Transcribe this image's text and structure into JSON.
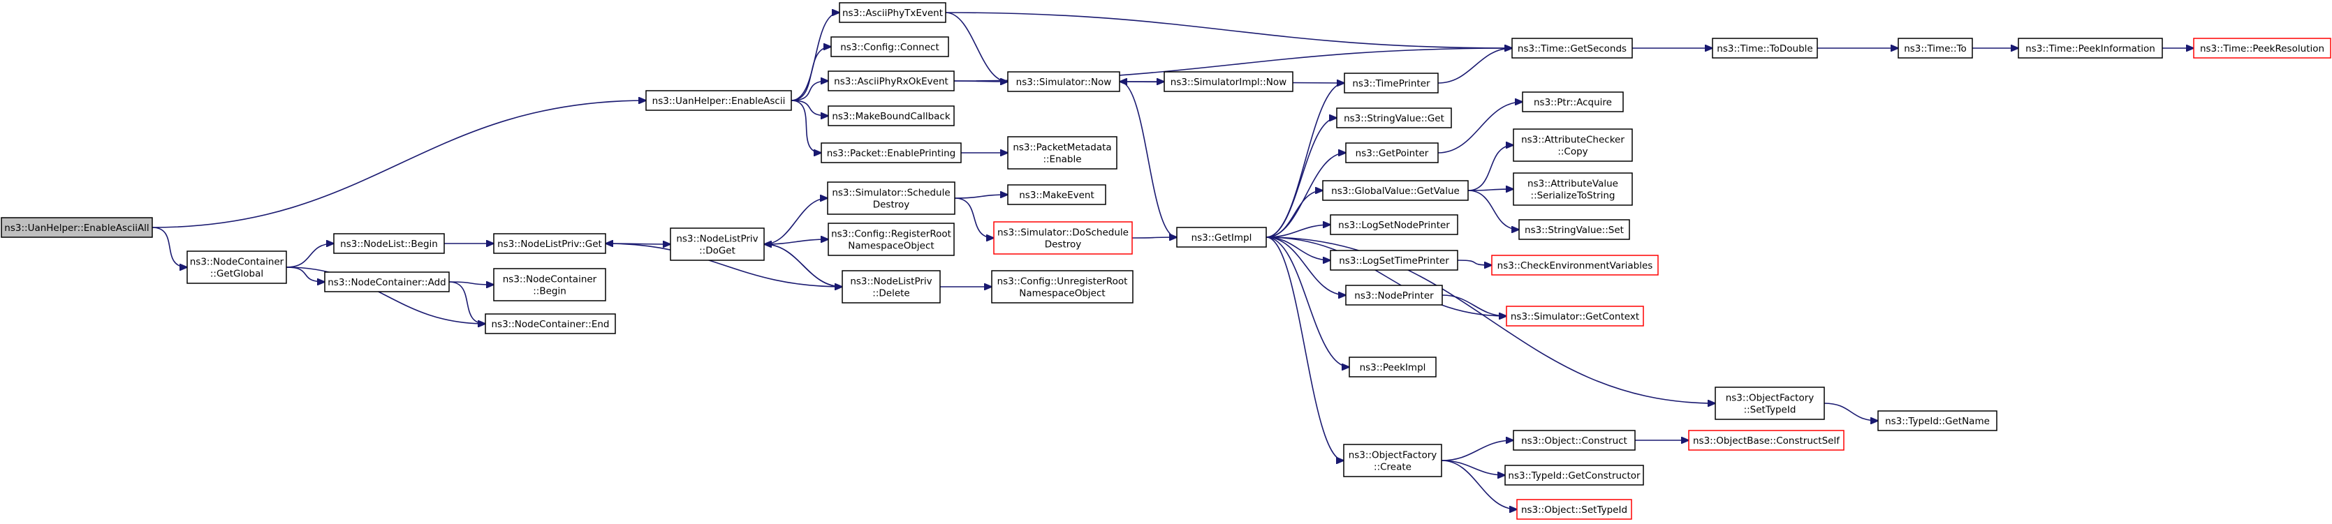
{
  "diagram": {
    "type": "call-graph",
    "colors": {
      "edge": "#191970",
      "root_fill": "#bfbfbf",
      "node_border": "#000000",
      "truncated_border": "#ff0000",
      "background": "#ffffff"
    },
    "nodes": [
      {
        "id": "root",
        "lines": [
          "ns3::UanHelper::EnableAsciiAll"
        ],
        "kind": "root"
      },
      {
        "id": "uanEnableAscii",
        "lines": [
          "ns3::UanHelper::EnableAscii"
        ]
      },
      {
        "id": "ncGetGlobal",
        "lines": [
          "ns3::NodeContainer",
          "::GetGlobal"
        ]
      },
      {
        "id": "asciiTx",
        "lines": [
          "ns3::AsciiPhyTxEvent"
        ]
      },
      {
        "id": "cfgConnect",
        "lines": [
          "ns3::Config::Connect"
        ]
      },
      {
        "id": "asciiRx",
        "lines": [
          "ns3::AsciiPhyRxOkEvent"
        ]
      },
      {
        "id": "makeBound",
        "lines": [
          "ns3::MakeBoundCallback"
        ]
      },
      {
        "id": "pktEnable",
        "lines": [
          "ns3::Packet::EnablePrinting"
        ]
      },
      {
        "id": "pktMeta",
        "lines": [
          "ns3::PacketMetadata",
          "::Enable"
        ]
      },
      {
        "id": "simNow",
        "lines": [
          "ns3::Simulator::Now"
        ]
      },
      {
        "id": "simImplNow",
        "lines": [
          "ns3::SimulatorImpl::Now"
        ]
      },
      {
        "id": "timeGetSeconds",
        "lines": [
          "ns3::Time::GetSeconds"
        ]
      },
      {
        "id": "timeToDouble",
        "lines": [
          "ns3::Time::ToDouble"
        ]
      },
      {
        "id": "timeTo",
        "lines": [
          "ns3::Time::To"
        ]
      },
      {
        "id": "timePeekInfo",
        "lines": [
          "ns3::Time::PeekInformation"
        ]
      },
      {
        "id": "timePeekRes",
        "lines": [
          "ns3::Time::PeekResolution"
        ],
        "kind": "truncated"
      },
      {
        "id": "timePrinter",
        "lines": [
          "ns3::TimePrinter"
        ]
      },
      {
        "id": "stringValueGet",
        "lines": [
          "ns3::StringValue::Get"
        ]
      },
      {
        "id": "getPointer",
        "lines": [
          "ns3::GetPointer"
        ]
      },
      {
        "id": "ptrAcquire",
        "lines": [
          "ns3::Ptr::Acquire"
        ]
      },
      {
        "id": "globalGetValue",
        "lines": [
          "ns3::GlobalValue::GetValue"
        ]
      },
      {
        "id": "attrCheckerCopy",
        "lines": [
          "ns3::AttributeChecker",
          "::Copy"
        ]
      },
      {
        "id": "attrValueSer",
        "lines": [
          "ns3::AttributeValue",
          "::SerializeToString"
        ]
      },
      {
        "id": "stringValueSet",
        "lines": [
          "ns3::StringValue::Set"
        ]
      },
      {
        "id": "logSetNode",
        "lines": [
          "ns3::LogSetNodePrinter"
        ]
      },
      {
        "id": "logSetTime",
        "lines": [
          "ns3::LogSetTimePrinter"
        ]
      },
      {
        "id": "checkEnv",
        "lines": [
          "ns3::CheckEnvironmentVariables"
        ],
        "kind": "truncated"
      },
      {
        "id": "nodePrinter",
        "lines": [
          "ns3::NodePrinter"
        ]
      },
      {
        "id": "simGetContext",
        "lines": [
          "ns3::Simulator::GetContext"
        ],
        "kind": "truncated"
      },
      {
        "id": "peekImpl",
        "lines": [
          "ns3::PeekImpl"
        ]
      },
      {
        "id": "objFactSetTypeId",
        "lines": [
          "ns3::ObjectFactory",
          "::SetTypeId"
        ]
      },
      {
        "id": "typeIdGetName",
        "lines": [
          "ns3::TypeId::GetName"
        ]
      },
      {
        "id": "objFactCreate",
        "lines": [
          "ns3::ObjectFactory",
          "::Create"
        ]
      },
      {
        "id": "objConstruct",
        "lines": [
          "ns3::Object::Construct"
        ]
      },
      {
        "id": "objBaseConstructSelf",
        "lines": [
          "ns3::ObjectBase::ConstructSelf"
        ],
        "kind": "truncated"
      },
      {
        "id": "typeIdGetCtor",
        "lines": [
          "ns3::TypeId::GetConstructor"
        ]
      },
      {
        "id": "objSetTypeId",
        "lines": [
          "ns3::Object::SetTypeId"
        ],
        "kind": "truncated"
      },
      {
        "id": "getImpl",
        "lines": [
          "ns3::GetImpl"
        ]
      },
      {
        "id": "nodeListBegin",
        "lines": [
          "ns3::NodeList::Begin"
        ]
      },
      {
        "id": "nodeListPrivGet",
        "lines": [
          "ns3::NodeListPriv::Get"
        ]
      },
      {
        "id": "nodeListPrivDoGet",
        "lines": [
          "ns3::NodeListPriv",
          "::DoGet"
        ]
      },
      {
        "id": "simScheduleDestroy",
        "lines": [
          "ns3::Simulator::Schedule",
          "Destroy"
        ]
      },
      {
        "id": "makeEvent",
        "lines": [
          "ns3::MakeEvent"
        ]
      },
      {
        "id": "simDoScheduleDestroy",
        "lines": [
          "ns3::Simulator::DoSchedule",
          "Destroy"
        ],
        "kind": "truncated"
      },
      {
        "id": "cfgRegisterRoot",
        "lines": [
          "ns3::Config::RegisterRoot",
          "NamespaceObject"
        ]
      },
      {
        "id": "nodeListPrivDelete",
        "lines": [
          "ns3::NodeListPriv",
          "::Delete"
        ]
      },
      {
        "id": "cfgUnregisterRoot",
        "lines": [
          "ns3::Config::UnregisterRoot",
          "NamespaceObject"
        ]
      },
      {
        "id": "ncAdd",
        "lines": [
          "ns3::NodeContainer::Add"
        ]
      },
      {
        "id": "ncBegin",
        "lines": [
          "ns3::NodeContainer",
          "::Begin"
        ]
      },
      {
        "id": "ncEnd",
        "lines": [
          "ns3::NodeContainer::End"
        ]
      }
    ],
    "edges": [
      [
        "root",
        "uanEnableAscii"
      ],
      [
        "root",
        "ncGetGlobal"
      ],
      [
        "uanEnableAscii",
        "asciiTx"
      ],
      [
        "uanEnableAscii",
        "cfgConnect"
      ],
      [
        "uanEnableAscii",
        "asciiRx"
      ],
      [
        "uanEnableAscii",
        "makeBound"
      ],
      [
        "uanEnableAscii",
        "pktEnable"
      ],
      [
        "pktEnable",
        "pktMeta"
      ],
      [
        "asciiTx",
        "timeGetSeconds"
      ],
      [
        "asciiTx",
        "simNow"
      ],
      [
        "asciiRx",
        "timeGetSeconds"
      ],
      [
        "asciiRx",
        "simNow"
      ],
      [
        "simNow",
        "simImplNow"
      ],
      [
        "simNow",
        "getImpl"
      ],
      [
        "timePrinter",
        "simNow"
      ],
      [
        "timePrinter",
        "timeGetSeconds"
      ],
      [
        "timeGetSeconds",
        "timeToDouble"
      ],
      [
        "timeToDouble",
        "timeTo"
      ],
      [
        "timeTo",
        "timePeekInfo"
      ],
      [
        "timePeekInfo",
        "timePeekRes"
      ],
      [
        "getImpl",
        "timePrinter"
      ],
      [
        "getImpl",
        "stringValueGet"
      ],
      [
        "getImpl",
        "getPointer"
      ],
      [
        "getImpl",
        "globalGetValue"
      ],
      [
        "getImpl",
        "logSetNode"
      ],
      [
        "getImpl",
        "logSetTime"
      ],
      [
        "getImpl",
        "nodePrinter"
      ],
      [
        "getImpl",
        "simGetContext"
      ],
      [
        "getImpl",
        "peekImpl"
      ],
      [
        "getImpl",
        "objFactSetTypeId"
      ],
      [
        "getImpl",
        "objFactCreate"
      ],
      [
        "getPointer",
        "ptrAcquire"
      ],
      [
        "globalGetValue",
        "attrCheckerCopy"
      ],
      [
        "globalGetValue",
        "attrValueSer"
      ],
      [
        "globalGetValue",
        "stringValueSet"
      ],
      [
        "logSetTime",
        "checkEnv"
      ],
      [
        "nodePrinter",
        "simGetContext"
      ],
      [
        "objFactSetTypeId",
        "typeIdGetName"
      ],
      [
        "objFactCreate",
        "objConstruct"
      ],
      [
        "objFactCreate",
        "typeIdGetCtor"
      ],
      [
        "objFactCreate",
        "objSetTypeId"
      ],
      [
        "objConstruct",
        "objBaseConstructSelf"
      ],
      [
        "ncGetGlobal",
        "nodeListBegin"
      ],
      [
        "ncGetGlobal",
        "ncAdd"
      ],
      [
        "ncGetGlobal",
        "ncEnd"
      ],
      [
        "nodeListBegin",
        "nodeListPrivGet"
      ],
      [
        "nodeListPrivGet",
        "nodeListPrivDoGet"
      ],
      [
        "nodeListPrivDoGet",
        "simScheduleDestroy"
      ],
      [
        "nodeListPrivDoGet",
        "cfgRegisterRoot"
      ],
      [
        "nodeListPrivDoGet",
        "nodeListPrivDelete"
      ],
      [
        "simScheduleDestroy",
        "makeEvent"
      ],
      [
        "simScheduleDestroy",
        "simDoScheduleDestroy"
      ],
      [
        "simDoScheduleDestroy",
        "getImpl"
      ],
      [
        "nodeListPrivDelete",
        "nodeListPrivGet"
      ],
      [
        "nodeListPrivDelete",
        "nodeListPrivDoGet"
      ],
      [
        "nodeListPrivDelete",
        "cfgUnregisterRoot"
      ],
      [
        "ncAdd",
        "ncBegin"
      ],
      [
        "ncAdd",
        "ncEnd"
      ]
    ]
  }
}
